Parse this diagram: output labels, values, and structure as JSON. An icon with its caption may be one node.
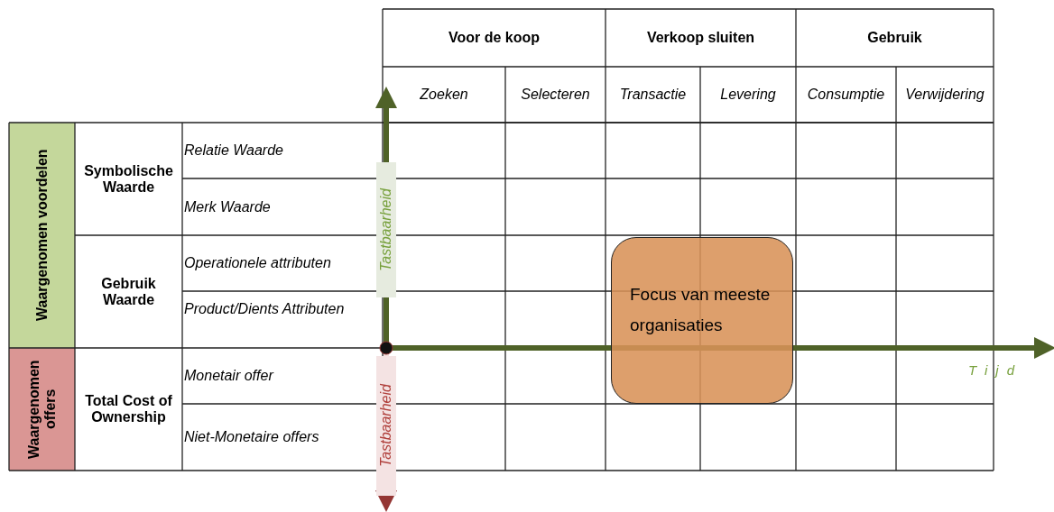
{
  "diagram": {
    "nodes": [
      {
        "text": [
          "Focus van meeste organisaties"
        ]
      }
    ],
    "edges": [],
    "labels": [
      "Voor de koop",
      "Verkoop sluiten",
      "Gebruik",
      "Zoeken",
      "Selecteren",
      "Transactie",
      "Levering",
      "Consumptie",
      "Verwijdering",
      "Waargenomen voordelen",
      "Symbolische Waarde",
      "Relatie Waarde",
      "Tastbaarheid",
      "Merk Waarde",
      "Gebruik Waarde",
      "Operationele attributen",
      "Product/Dients Attributen",
      "Waargenomen offers",
      "Total Cost of Ownership",
      "Monetair offer",
      "Tijd",
      "Niet-Monetaire offers",
      "Tastbaarheid"
    ]
  }
}
